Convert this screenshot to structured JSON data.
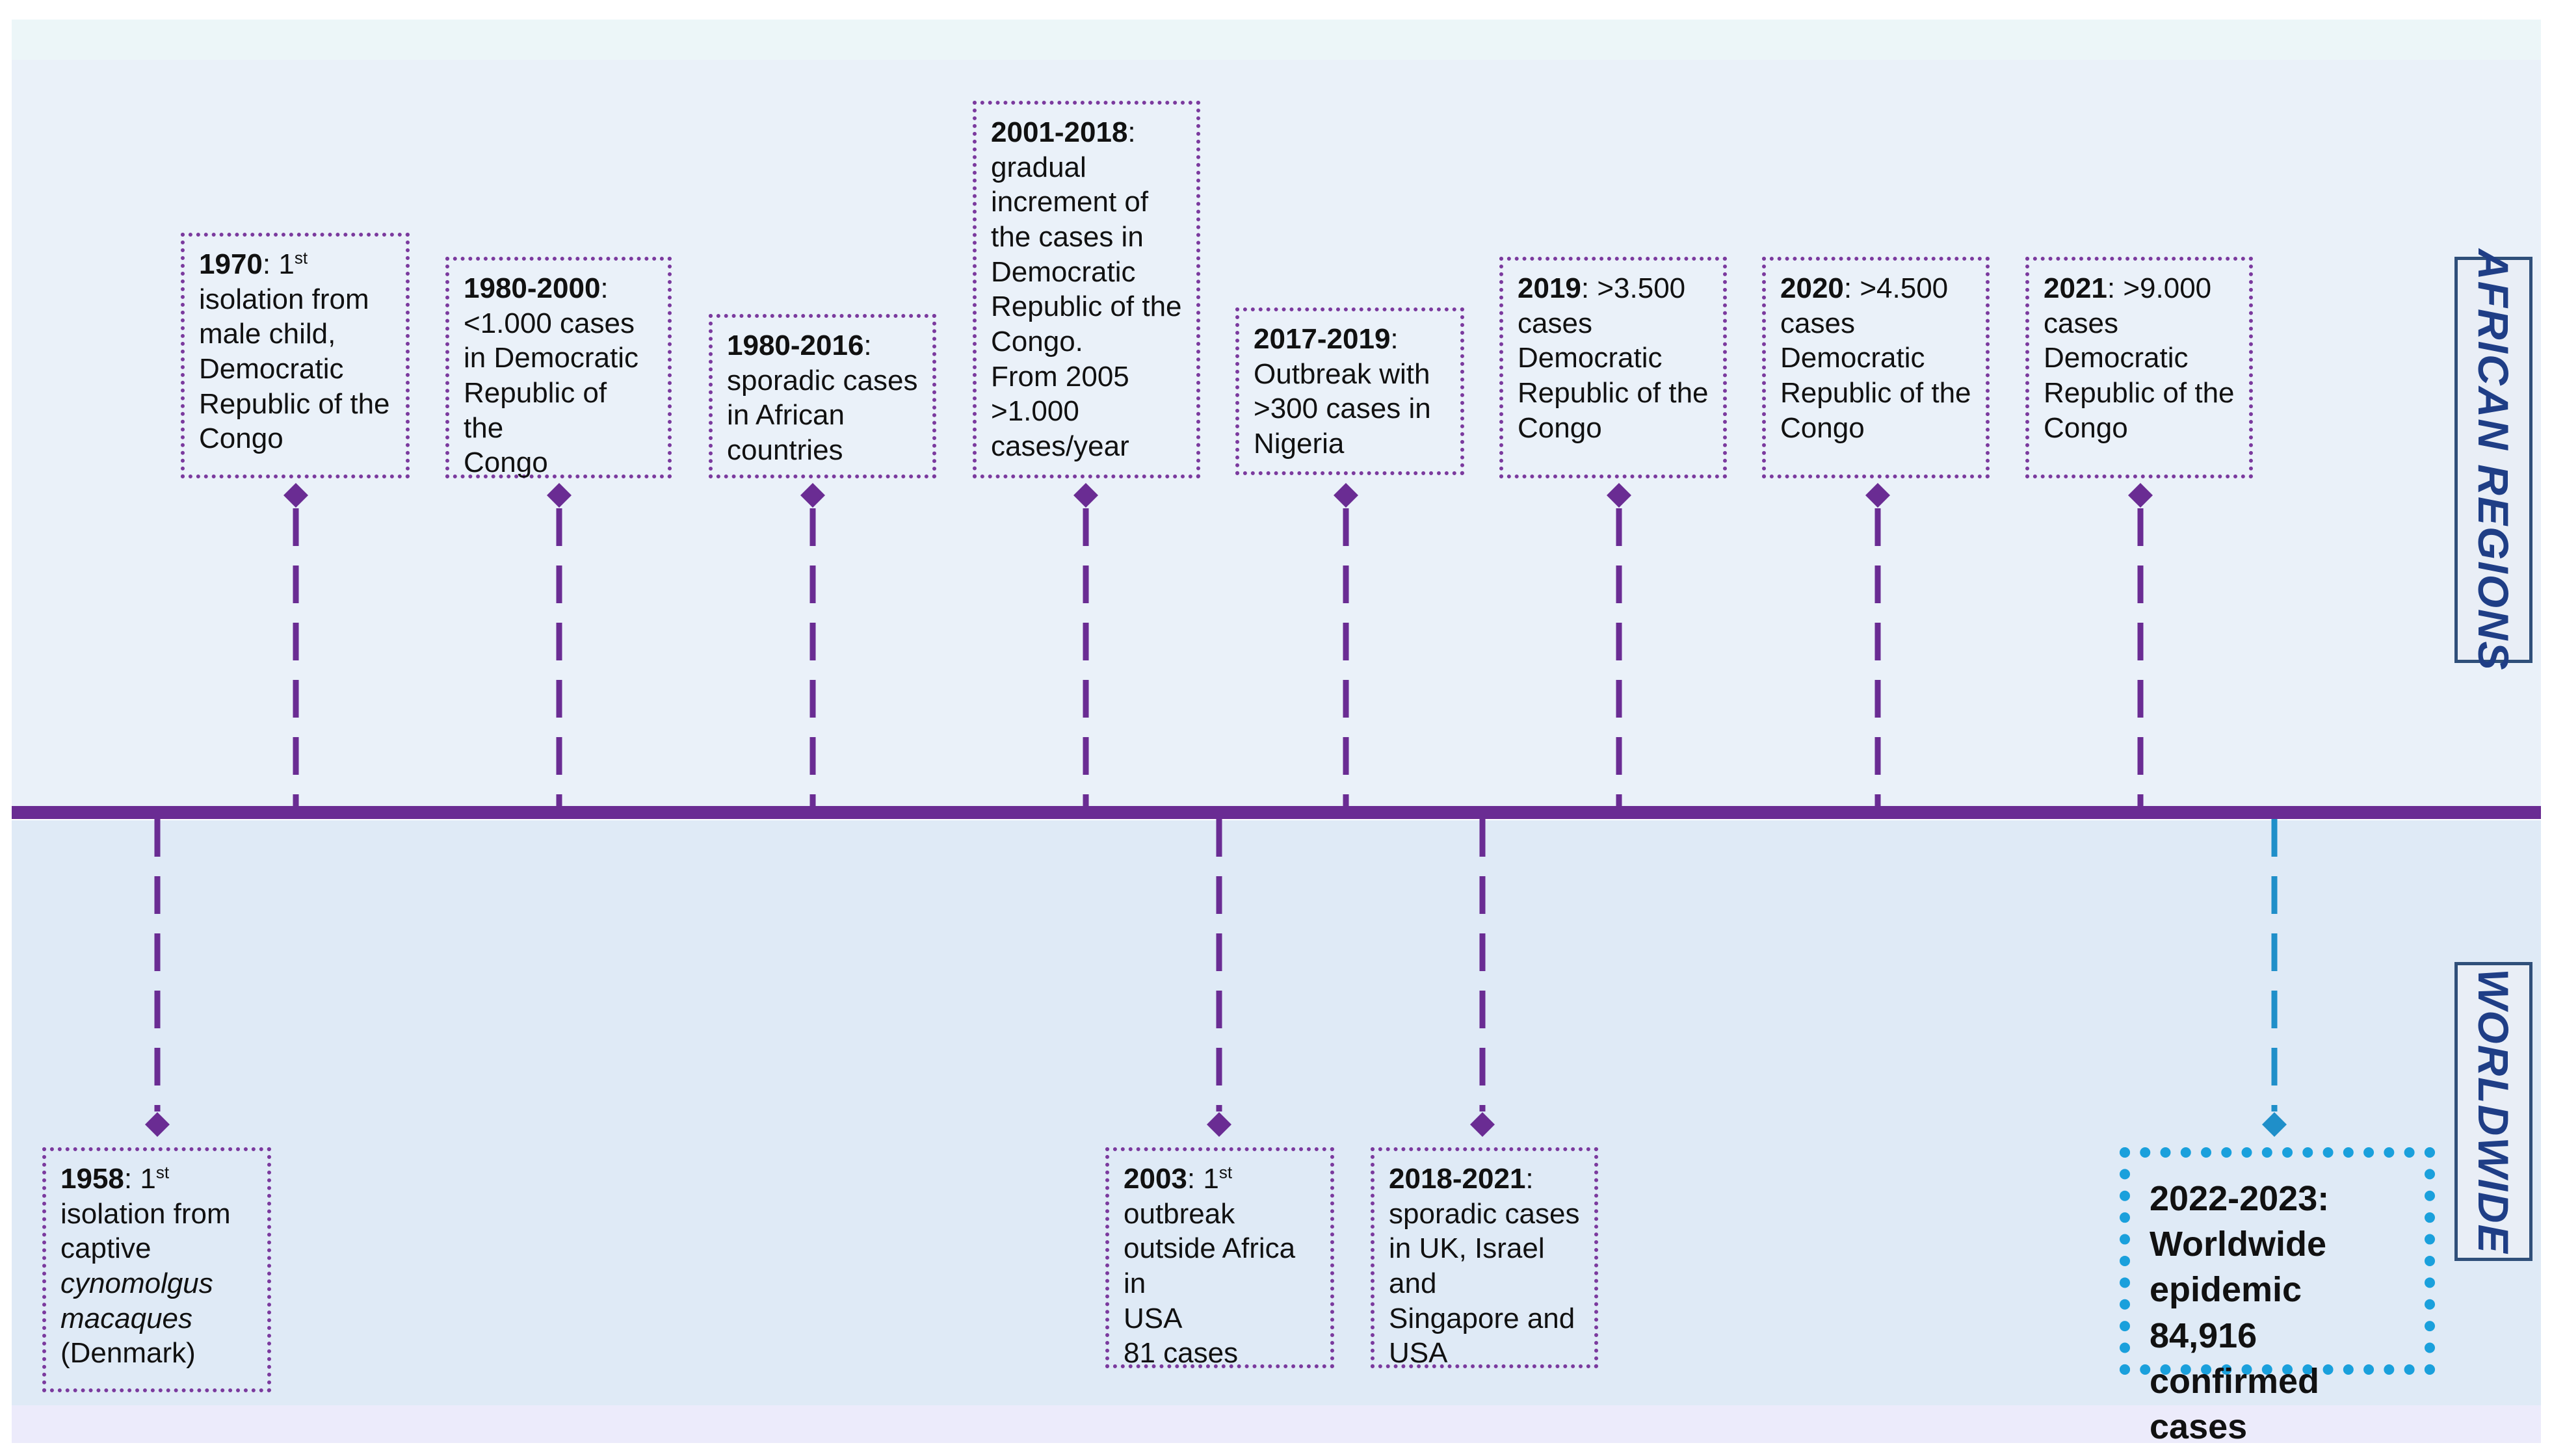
{
  "colors": {
    "timeline": "#6a2c93",
    "connector": "#6a2c93",
    "highlight_connector": "#1f8fc9",
    "highlight_border": "#1aa0dc",
    "region_text": "#1f3e86"
  },
  "region_labels": {
    "african": "AFRICAN REGIONS",
    "worldwide": "WORLDWIDE"
  },
  "african_events": [
    {
      "year": "1970",
      "sup": "st",
      "lines": [
        "isolation from",
        "male child,",
        "Democratic",
        "Republic of the",
        "Congo"
      ],
      "first_after": ": 1"
    },
    {
      "year": "1980-2000",
      "sup": "",
      "first_after": ":",
      "lines": [
        "<1.000 cases",
        "in Democratic",
        "Republic of the",
        "Congo"
      ]
    },
    {
      "year": "1980-2016",
      "sup": "",
      "first_after": ":",
      "lines": [
        "sporadic cases",
        "in African",
        "countries"
      ]
    },
    {
      "year": "2001-2018",
      "sup": "",
      "first_after": ":",
      "lines": [
        "gradual",
        "increment of",
        "the cases in",
        "Democratic",
        "Republic of the",
        "Congo.",
        "From 2005",
        ">1.000",
        "cases/year"
      ]
    },
    {
      "year": "2017-2019",
      "sup": "",
      "first_after": ":",
      "lines": [
        "Outbreak with",
        ">300 cases in",
        "Nigeria"
      ]
    },
    {
      "year": "2019",
      "sup": "",
      "first_after": ": >3.500",
      "lines": [
        "cases",
        "Democratic",
        "Republic of the",
        "Congo"
      ]
    },
    {
      "year": "2020",
      "sup": "",
      "first_after": ": >4.500",
      "lines": [
        "cases",
        "Democratic",
        "Republic of the",
        "Congo"
      ]
    },
    {
      "year": "2021",
      "sup": "",
      "first_after": ": >9.000",
      "lines": [
        "cases",
        "Democratic",
        "Republic of the",
        "Congo"
      ]
    }
  ],
  "worldwide_events": [
    {
      "year": "1958",
      "sup": "st",
      "first_after": ": 1",
      "lines": [
        "isolation from",
        "captive",
        "cynomolgus",
        "macaques",
        "(Denmark)"
      ],
      "italic_lines": [
        2,
        3
      ]
    },
    {
      "year": "2003",
      "sup": "st",
      "first_after": ": 1",
      "lines": [
        "outbreak",
        "outside Africa in",
        "USA",
        "81 cases"
      ],
      "italic_lines": []
    },
    {
      "year": "2018-2021",
      "sup": "",
      "first_after": ":",
      "lines": [
        "sporadic cases",
        "in UK, Israel and",
        "Singapore and",
        "USA"
      ],
      "italic_lines": []
    },
    {
      "year": "2022-2023:",
      "sup": "",
      "first_after": "",
      "lines": [
        "Worldwide",
        "epidemic 84,916",
        "confirmed cases"
      ],
      "italic_lines": [],
      "highlight": true
    }
  ]
}
